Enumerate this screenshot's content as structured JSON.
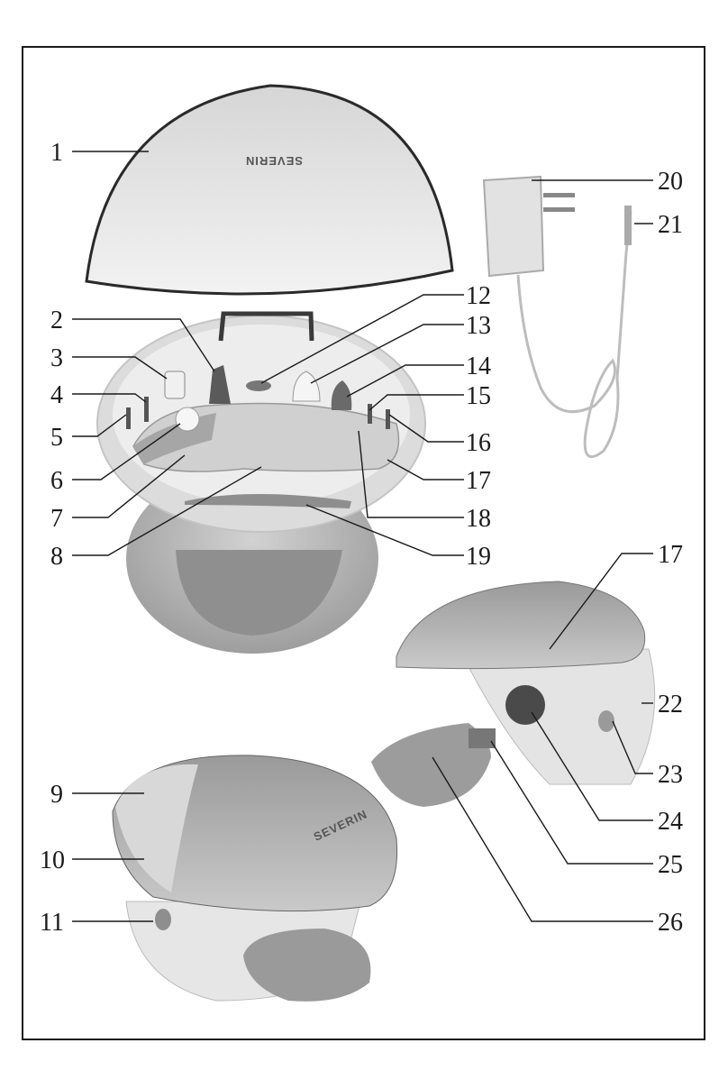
{
  "brand": {
    "lid_logo": "SEVERIN",
    "tray_logo": "SEVERIN"
  },
  "callouts": {
    "c1": "1",
    "c2": "2",
    "c3": "3",
    "c4": "4",
    "c5": "5",
    "c6": "6",
    "c7": "7",
    "c8": "8",
    "c9": "9",
    "c10": "10",
    "c11": "11",
    "c12": "12",
    "c13": "13",
    "c14": "14",
    "c15": "15",
    "c16": "16",
    "c17a": "17",
    "c17b": "17",
    "c18": "18",
    "c19": "19",
    "c20": "20",
    "c21": "21",
    "c22": "22",
    "c23": "23",
    "c24": "24",
    "c25": "25",
    "c26": "26"
  },
  "colors": {
    "line": "#1a1a1a",
    "body_light": "#e8e8e8",
    "body_mid": "#bdbdbd",
    "body_dark": "#8a8a8a",
    "accent_dark": "#6e6e6e"
  }
}
